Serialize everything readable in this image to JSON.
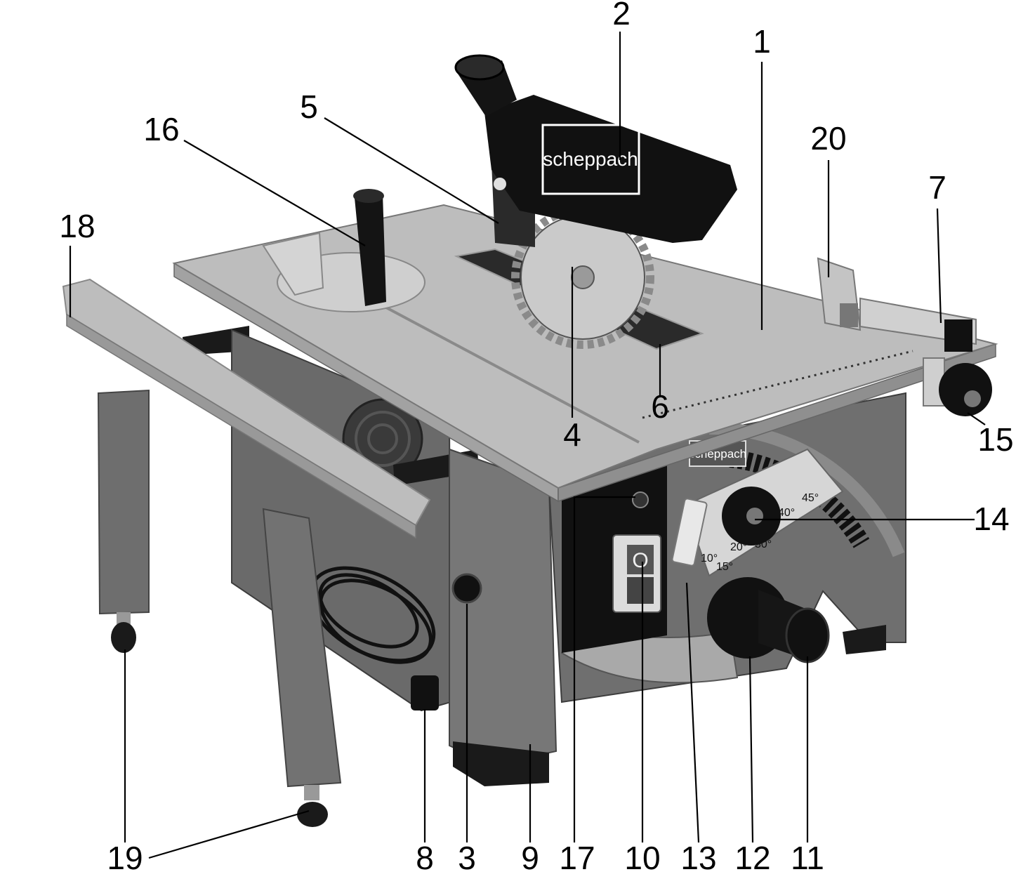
{
  "callouts": {
    "n1": "1",
    "n2": "2",
    "n3": "3",
    "n4": "4",
    "n5": "5",
    "n6": "6",
    "n7": "7",
    "n8": "8",
    "n9": "9",
    "n10": "10",
    "n11": "11",
    "n12": "12",
    "n13": "13",
    "n14": "14",
    "n15": "15",
    "n16": "16",
    "n17": "17",
    "n18": "18",
    "n19": "19",
    "n20": "20"
  },
  "logo": {
    "guard": "scheppach",
    "front": "scheppach"
  },
  "scale": {
    "a10": "10°",
    "a15": "15°",
    "a20": "20°",
    "a30": "30°",
    "a40": "40°",
    "a45": "45°"
  },
  "switch": {
    "off": "O"
  },
  "colors": {
    "table": "#bdbdbd",
    "body": "#6f6f6f",
    "guard": "#111111"
  }
}
